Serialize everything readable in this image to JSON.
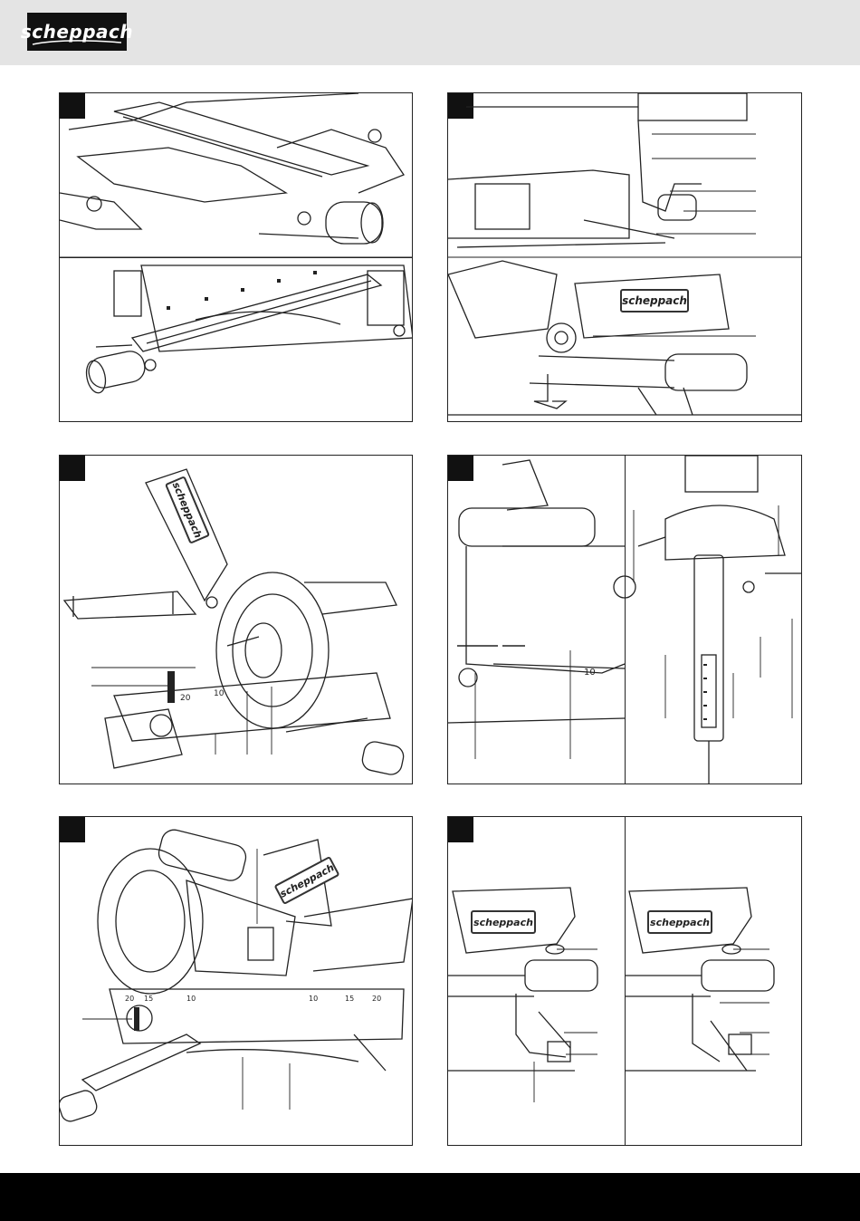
{
  "header": {
    "brand": "scheppach",
    "background": "#e4e4e4",
    "logo_background": "#111111"
  },
  "footer": {
    "background": "#000000"
  },
  "panels": [
    {
      "id": "fig-top-left",
      "brand_text": ""
    },
    {
      "id": "fig-top-right",
      "brand_text": "scheppach"
    },
    {
      "id": "fig-mid-left",
      "brand_text": "scheppach",
      "scale_labels": [
        "20",
        "10"
      ]
    },
    {
      "id": "fig-mid-right",
      "brand_text": "",
      "scale_label": "10"
    },
    {
      "id": "fig-bottom-left",
      "brand_text": "scheppach",
      "scale_labels": [
        "20",
        "15",
        "10",
        "10",
        "15",
        "20"
      ]
    },
    {
      "id": "fig-bottom-right",
      "brand_text": "scheppach"
    }
  ]
}
